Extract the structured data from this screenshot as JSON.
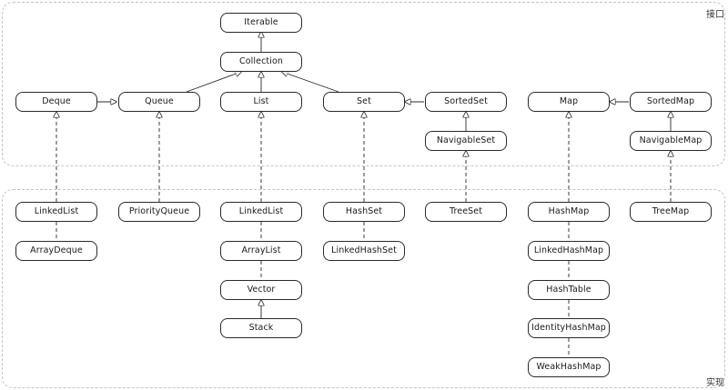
{
  "regions": {
    "interface_label": "接口",
    "implementation_label": "实现"
  },
  "nodes": {
    "iterable": "Iterable",
    "collection": "Collection",
    "deque": "Deque",
    "queue": "Queue",
    "list": "List",
    "set": "Set",
    "sortedset": "SortedSet",
    "navigableset": "NavigableSet",
    "map": "Map",
    "sortedmap": "SortedMap",
    "navigablemap": "NavigableMap",
    "linkedlist_deque": "LinkedList",
    "arraydeque": "ArrayDeque",
    "priorityqueue": "PriorityQueue",
    "linkedlist_list": "LinkedList",
    "arraylist": "ArrayList",
    "vector": "Vector",
    "stack": "Stack",
    "hashset": "HashSet",
    "linkedhashset": "LinkedHashSet",
    "treeset": "TreeSet",
    "hashmap": "HashMap",
    "linkedhashmap": "LinkedHashMap",
    "hashtable": "HashTable",
    "identityhashmap": "IdentityHashMap",
    "weakhashmap": "WeakHashMap",
    "treemap": "TreeMap"
  }
}
